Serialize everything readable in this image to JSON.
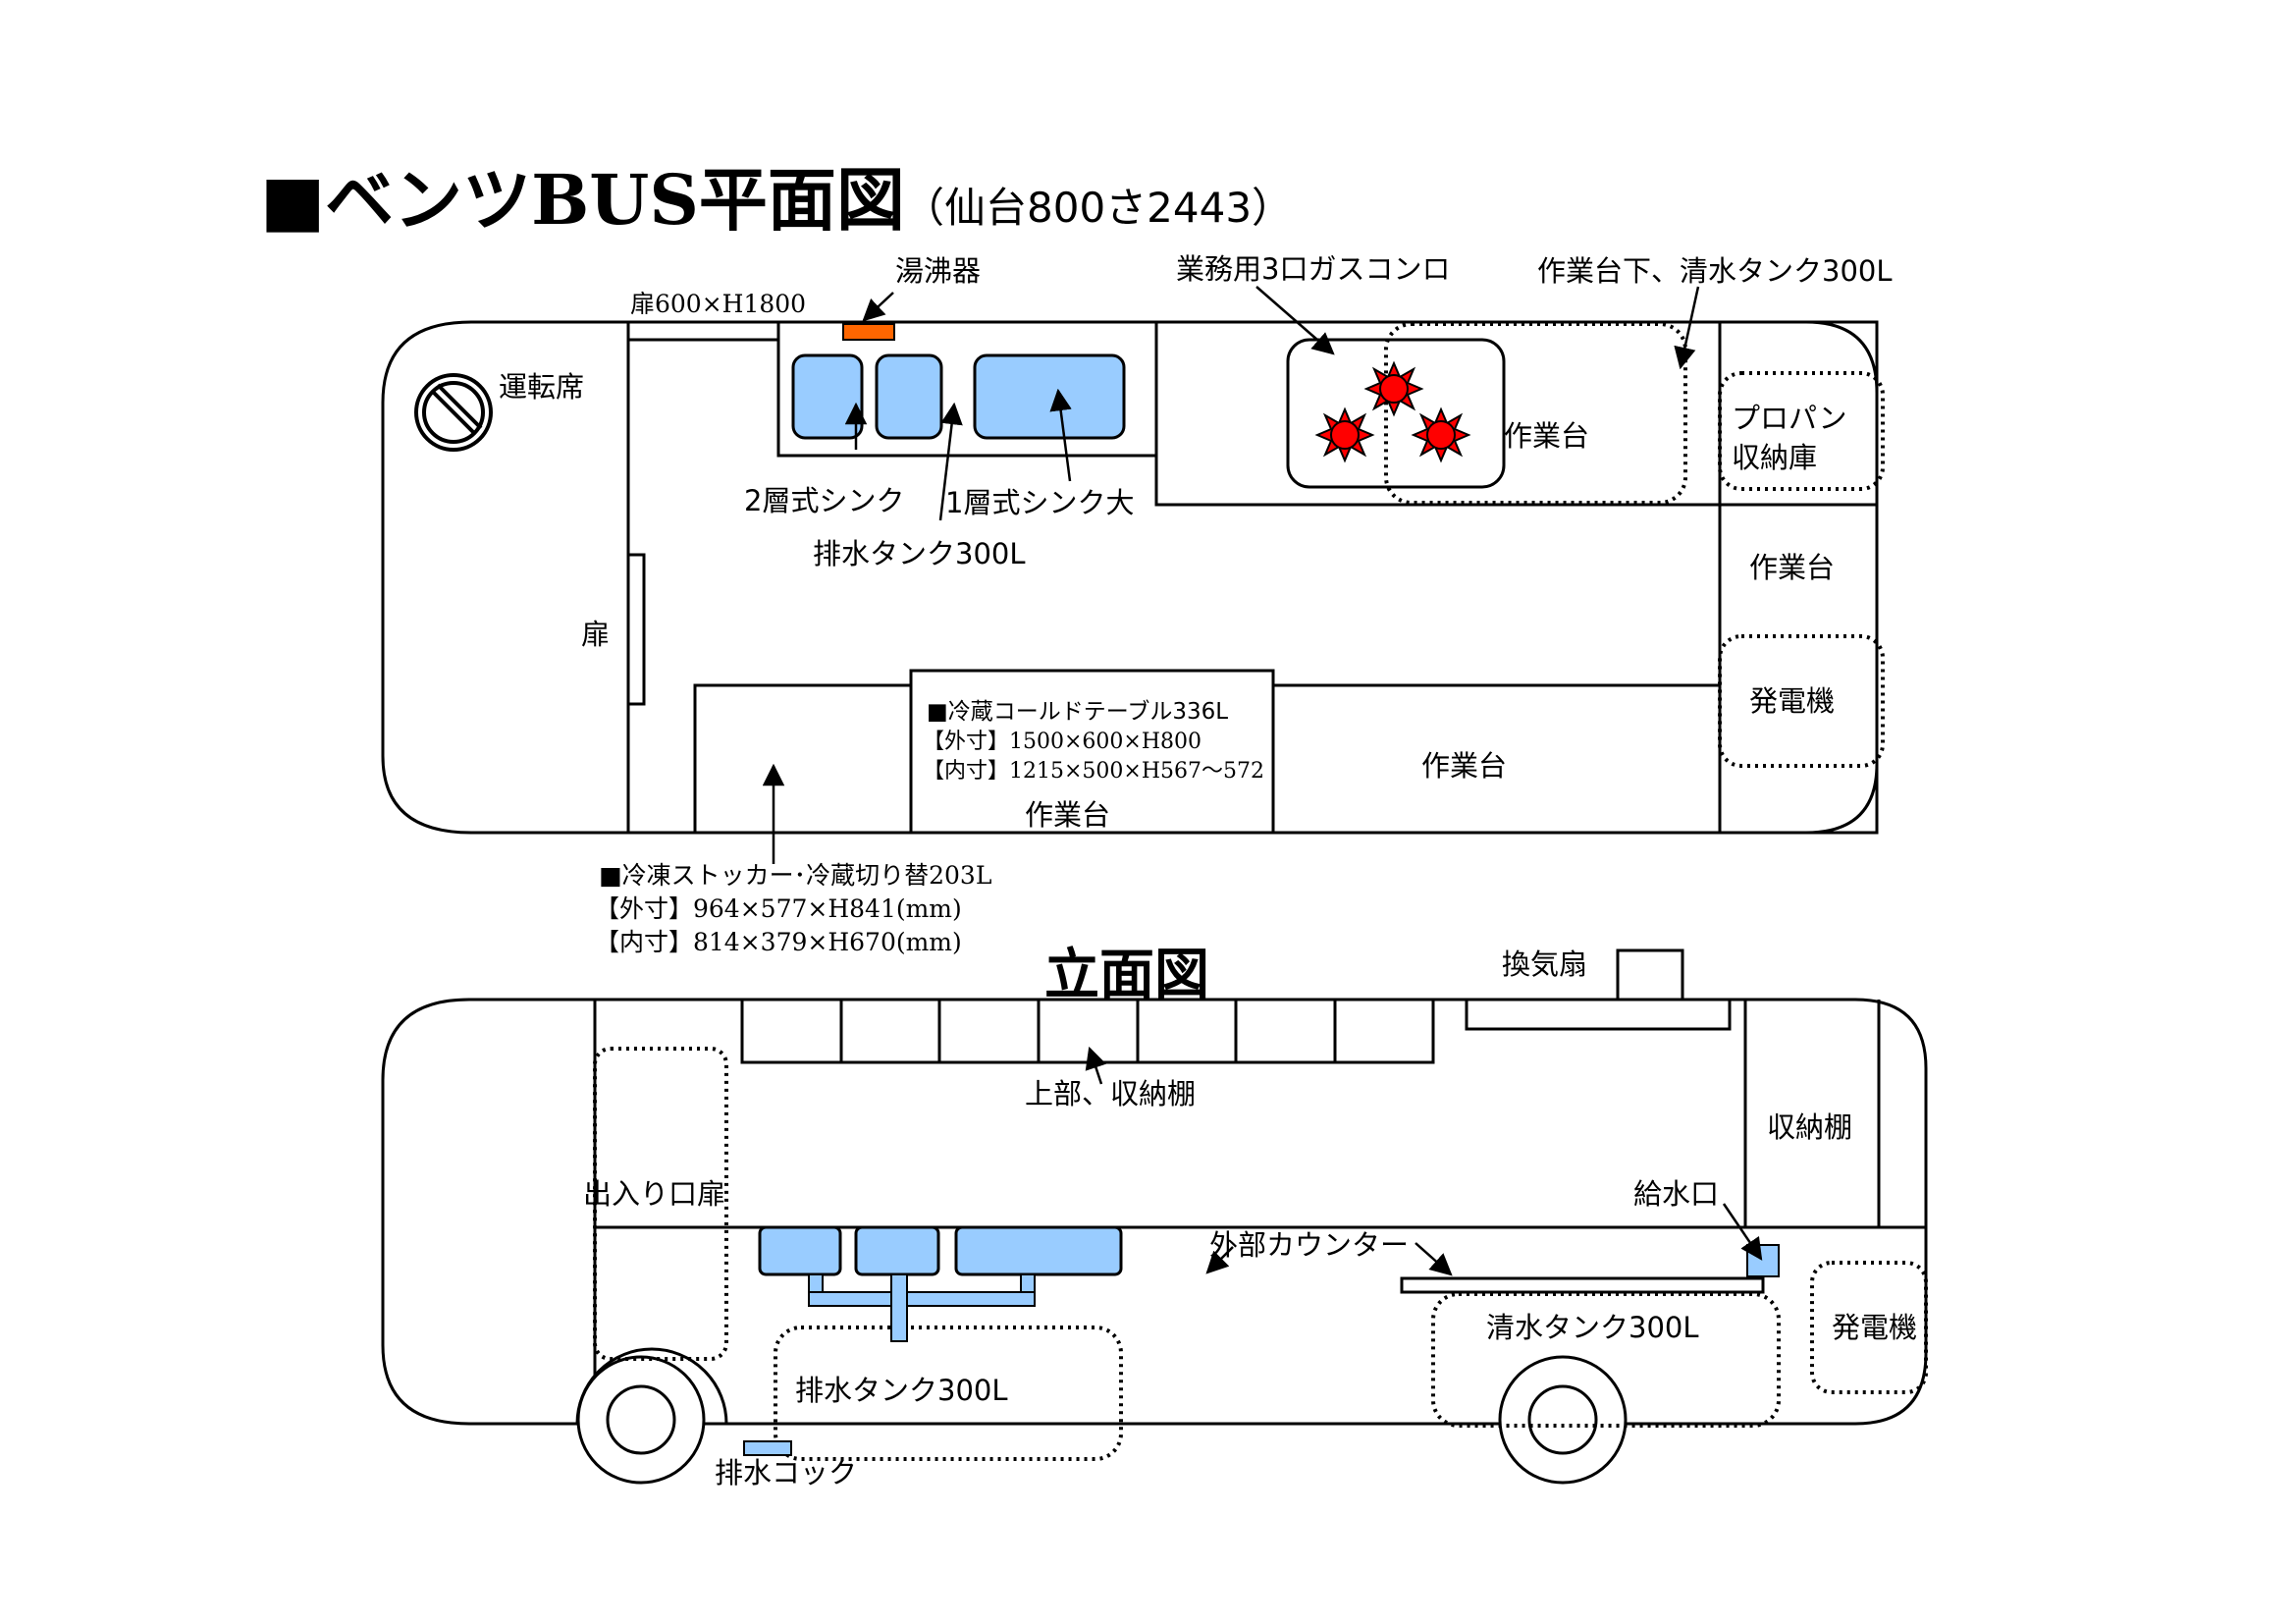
{
  "title": {
    "main": "■ベンツBUS平面図",
    "sub": "（仙台800さ2443）"
  },
  "plan": {
    "door_top": "扉600×H1800",
    "water_heater": "湯沸器",
    "gas_stove": "業務用3口ガスコンロ",
    "tank_under": "作業台下、清水タンク300L",
    "driver_seat": "運転席",
    "workbench": "作業台",
    "propane_line1": "プロパン",
    "propane_line2": "収納庫",
    "generator": "発電機",
    "door_side": "扉",
    "sink_double": "2層式シンク",
    "sink_single": "1層式シンク大",
    "drain_tank": "排水タンク300L",
    "cold_table": {
      "line1": "■冷蔵コールドテーブル336L",
      "line2": "【外寸】1500×600×H800",
      "line3": "【内寸】1215×500×H567～572"
    },
    "freezer": {
      "line1": "■冷凍ストッカー･冷蔵切り替203L",
      "line2": "【外寸】964×577×H841(mm)",
      "line3": "【内寸】814×379×H670(mm)"
    }
  },
  "elevation": {
    "title": "立面図",
    "fan": "換気扇",
    "upper_storage": "上部、収納棚",
    "storage": "収納棚",
    "entrance_door": "出入り口扉",
    "water_inlet": "給水口",
    "counter": "外部カウンター",
    "fresh_tank": "清水タンク300L",
    "generator": "発電機",
    "drain_tank": "排水タンク300L",
    "drain_cock": "排水コック"
  },
  "colors": {
    "sink_fill": "#99ccff",
    "heater_fill": "#ff6600",
    "burner_fill": "#ff0000"
  }
}
